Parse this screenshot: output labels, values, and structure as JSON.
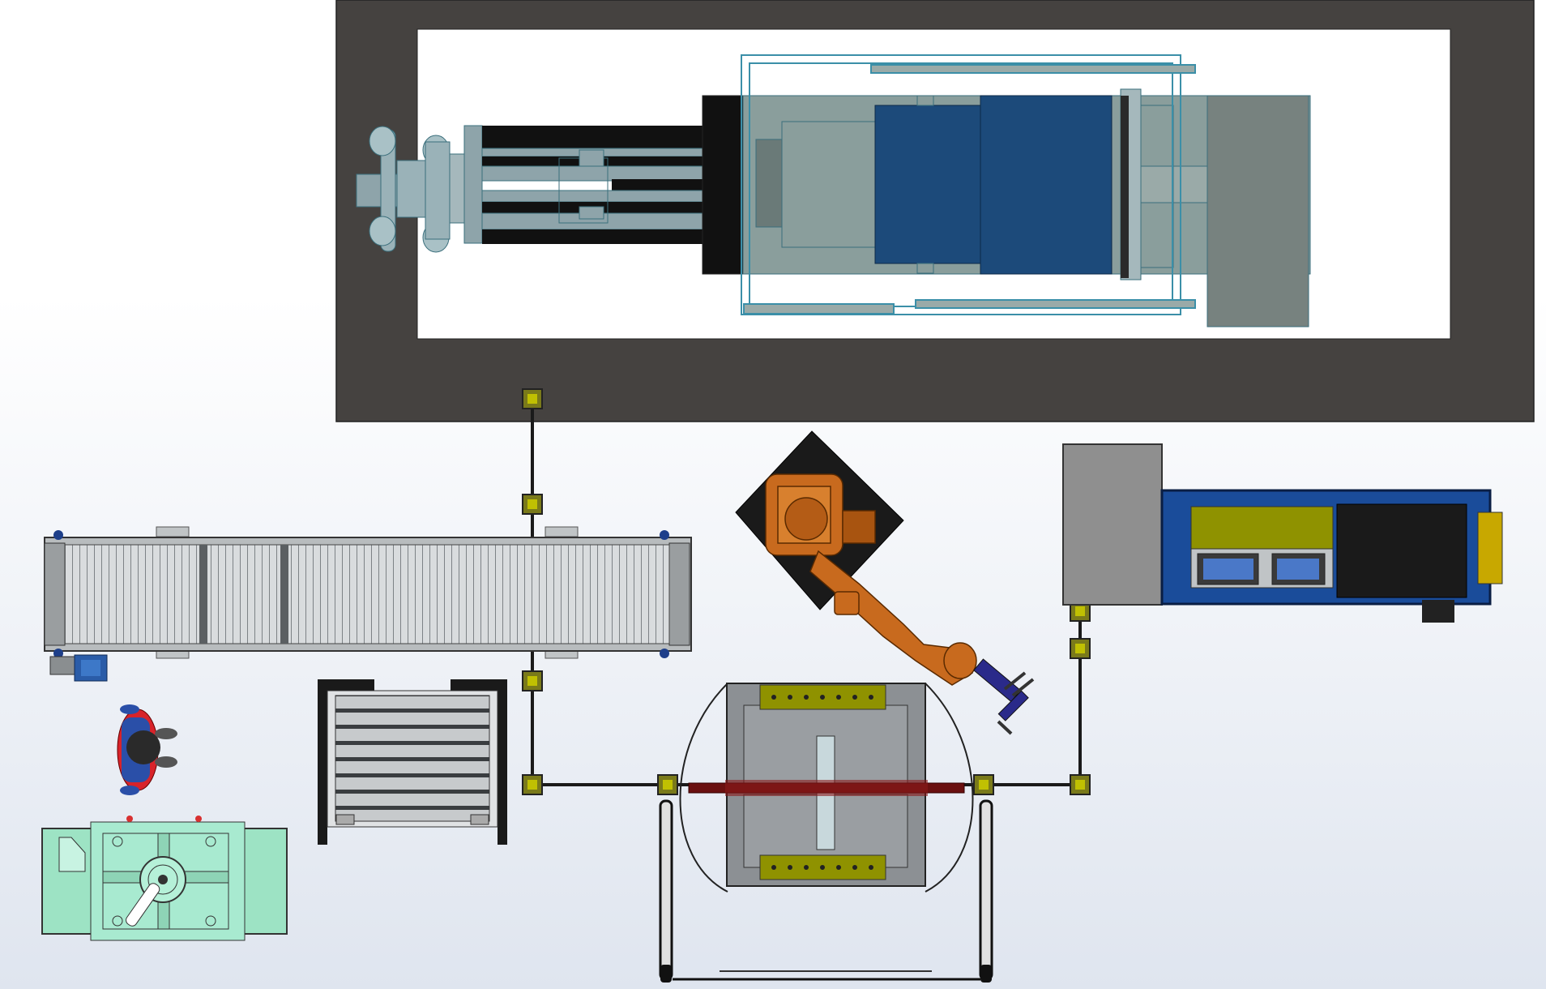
{
  "cad_view": {
    "background_top": "#ffffff",
    "background_bottom": "#dfe5ef",
    "components": [
      "injection-molding-machine",
      "slat-conveyor",
      "industrial-robot",
      "rotary-fixture-table",
      "electrical-control-cabinet",
      "parts-rack",
      "operator",
      "workbench",
      "safety-fence"
    ],
    "colors": {
      "machine_base": "#454240",
      "machine_window": "#ffffff",
      "mold_blue": "#1c4a7a",
      "robot_orange": "#c86a1e",
      "cabinet_blue": "#1a4c9a",
      "panel_olive": "#8f9200",
      "workbench_green": "#9de3c4",
      "fence_post": "#7a7a1a"
    }
  }
}
